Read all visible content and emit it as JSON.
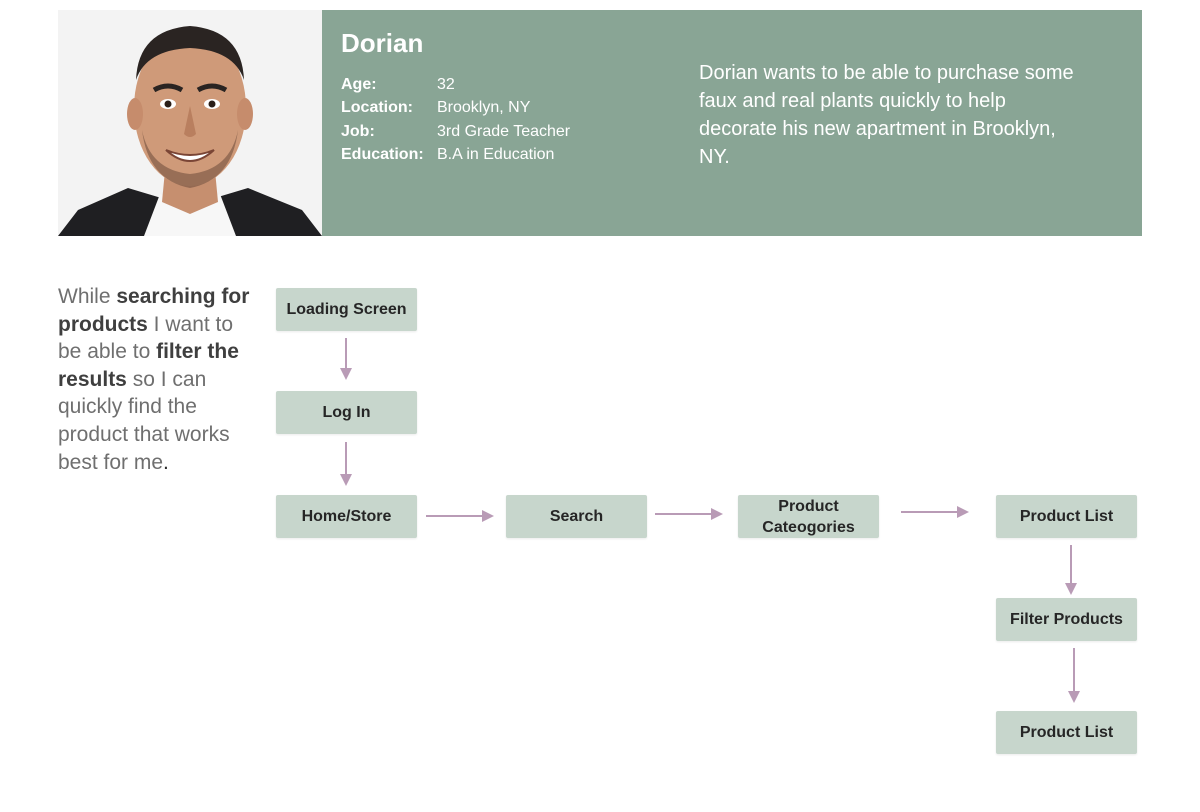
{
  "persona": {
    "name": "Dorian",
    "facts": [
      {
        "label": "Age:",
        "value": "32"
      },
      {
        "label": "Location:",
        "value": "Brooklyn, NY"
      },
      {
        "label": "Job:",
        "value": "3rd Grade Teacher"
      },
      {
        "label": "Education:",
        "value": "B.A in Education"
      }
    ],
    "goal": "Dorian wants to be able to purchase some faux and real plants quickly to help decorate his new apartment in Brooklyn, NY."
  },
  "story": {
    "p1": "While ",
    "b1": "searching for products",
    "p2": " I want to be able to ",
    "b2": "filter the results",
    "p3": " so I can quickly find the product that works best for me",
    "p4": "."
  },
  "flow": {
    "nodes": {
      "loading": "Loading Screen",
      "login": "Log In",
      "home": "Home/Store",
      "search": "Search",
      "categories_line1": "Product",
      "categories_line2": "Cateogories",
      "product_list_1": "Product List",
      "filter": "Filter Products",
      "product_list_2": "Product List"
    },
    "colors": {
      "node_fill": "#c7d6cc",
      "arrow": "#b99bb6",
      "header": "#89a595"
    }
  }
}
